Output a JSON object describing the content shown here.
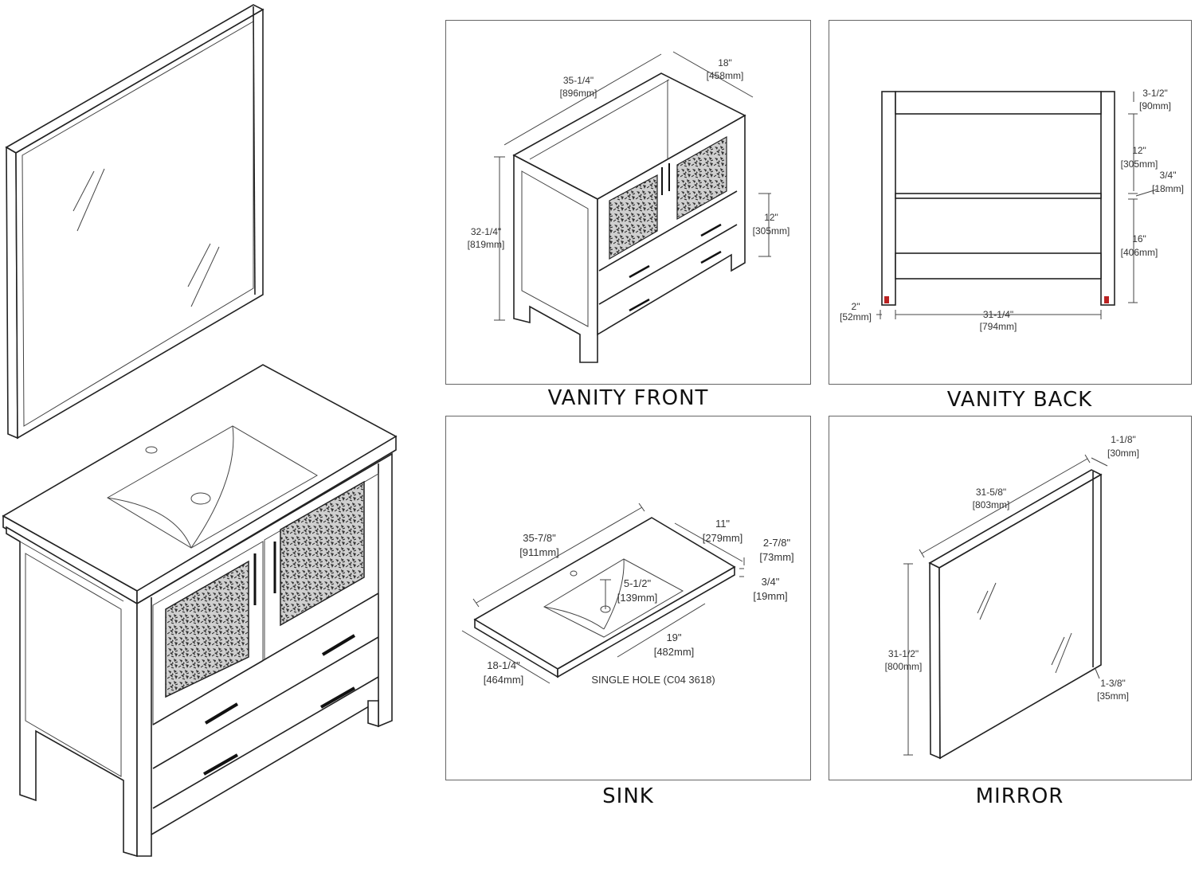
{
  "captions": {
    "front": "VANITY FRONT",
    "back": "VANITY BACK",
    "sink": "SINK",
    "mirror": "MIRROR"
  },
  "front": {
    "width": "35-1/4\"",
    "width_mm": "[896mm]",
    "depth": "18\"",
    "depth_mm": "[458mm]",
    "height": "32-1/4\"",
    "height_mm": "[819mm]",
    "door": "12\"",
    "door_mm": "[305mm]"
  },
  "back": {
    "top_rail": "3-1/2\"",
    "top_rail_mm": "[90mm]",
    "upper_gap": "12\"",
    "upper_gap_mm": "[305mm]",
    "shelf": "3/4\"",
    "shelf_mm": "[18mm]",
    "lower_gap": "16\"",
    "lower_gap_mm": "[406mm]",
    "leg": "2\"",
    "leg_mm": "[52mm]",
    "inner_width": "31-1/4\"",
    "inner_width_mm": "[794mm]"
  },
  "sink": {
    "length": "35-7/8\"",
    "length_mm": "[911mm]",
    "depth_back": "11\"",
    "depth_back_mm": "[279mm]",
    "backsplash": "2-7/8\"",
    "backsplash_mm": "[73mm]",
    "thickness": "3/4\"",
    "thickness_mm": "[19mm]",
    "bowl_depth": "5-1/2\"",
    "bowl_depth_mm": "[139mm]",
    "bowl_width": "19\"",
    "bowl_width_mm": "[482mm]",
    "depth": "18-1/4\"",
    "depth_mm": "[464mm]",
    "note": "SINGLE HOLE (C04 3618)"
  },
  "mirror": {
    "width": "31-5/8\"",
    "width_mm": "[803mm]",
    "depth": "1-1/8\"",
    "depth_mm": "[30mm]",
    "height": "31-1/2\"",
    "height_mm": "[800mm]",
    "frame": "1-3/8\"",
    "frame_mm": "[35mm]"
  }
}
